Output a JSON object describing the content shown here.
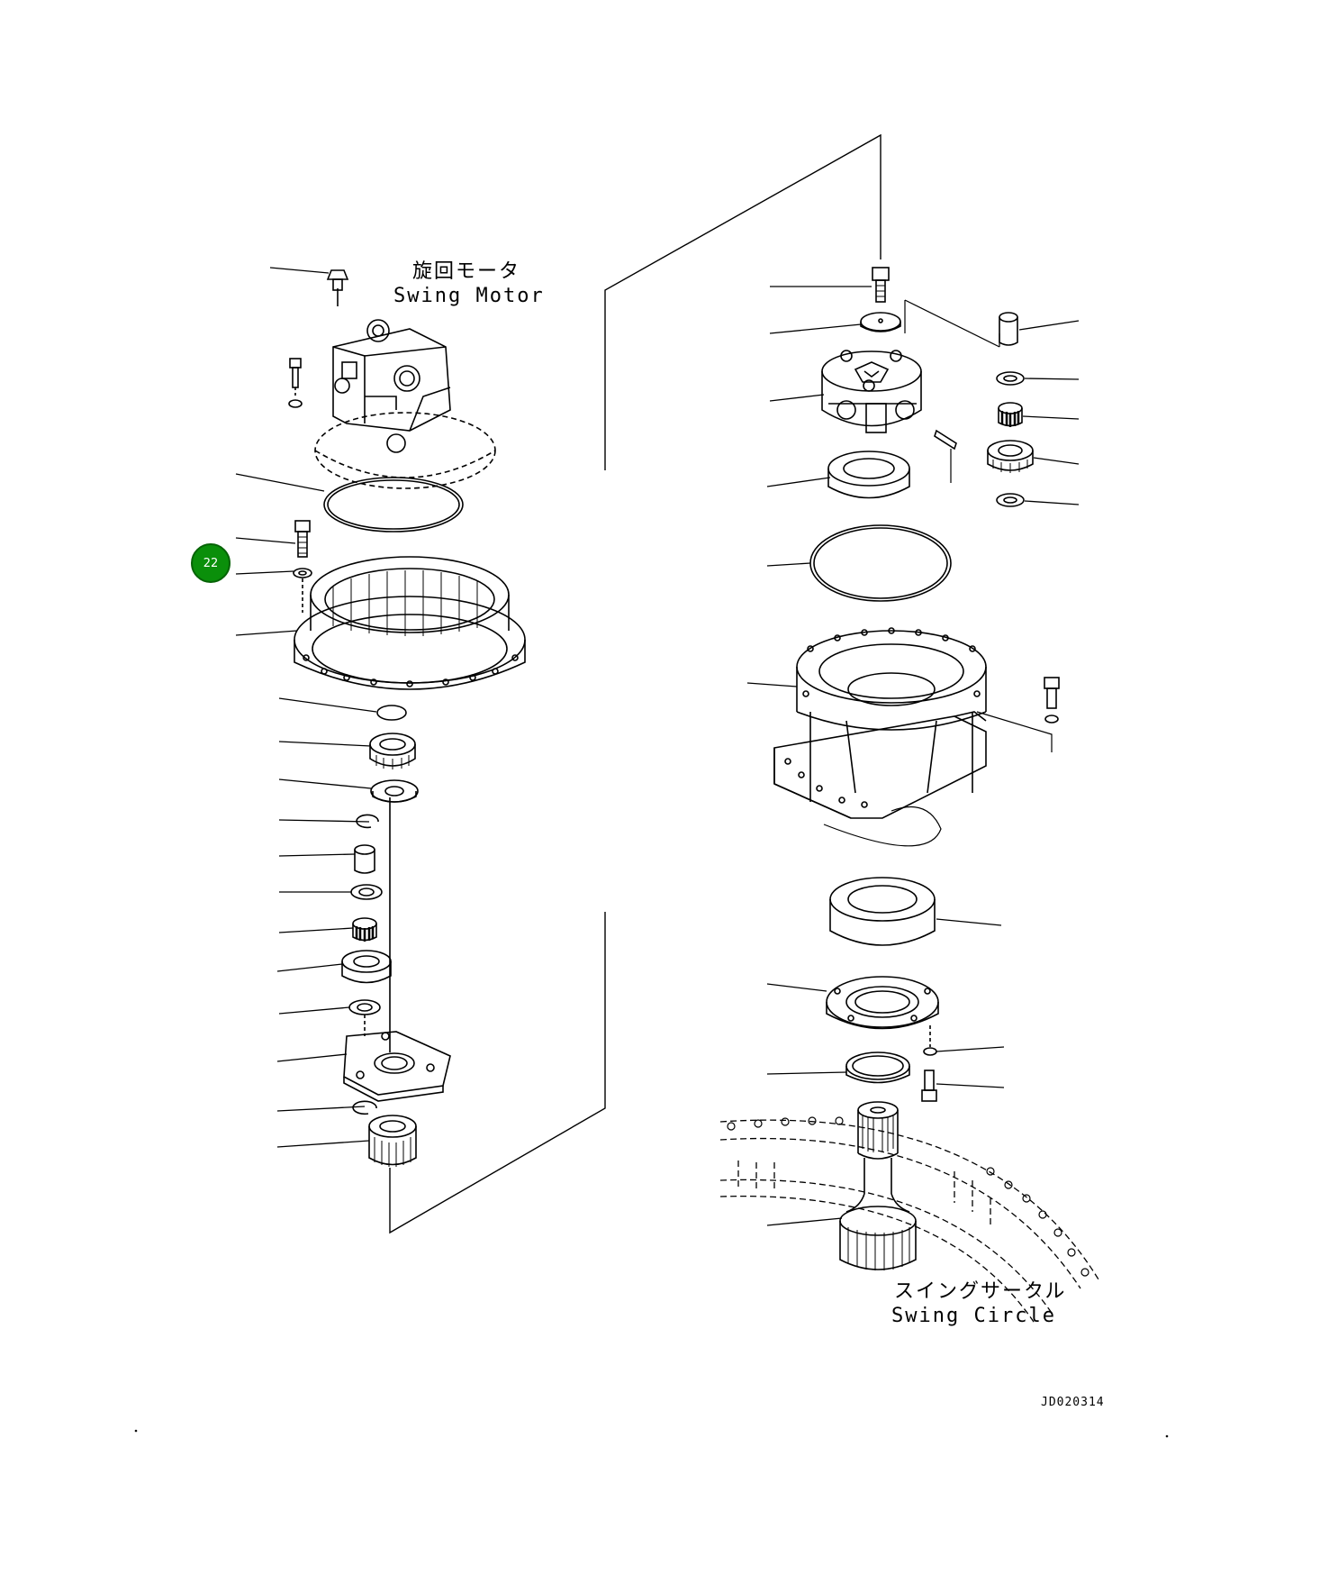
{
  "labels": {
    "swing_motor_jp": "旋回モータ",
    "swing_motor_en": "Swing Motor",
    "swing_circle_jp": "スイングサークル",
    "swing_circle_en": "Swing Circle"
  },
  "drawing_code": "JD020314",
  "callout": {
    "number": "22",
    "color": "#0a8f0a"
  }
}
